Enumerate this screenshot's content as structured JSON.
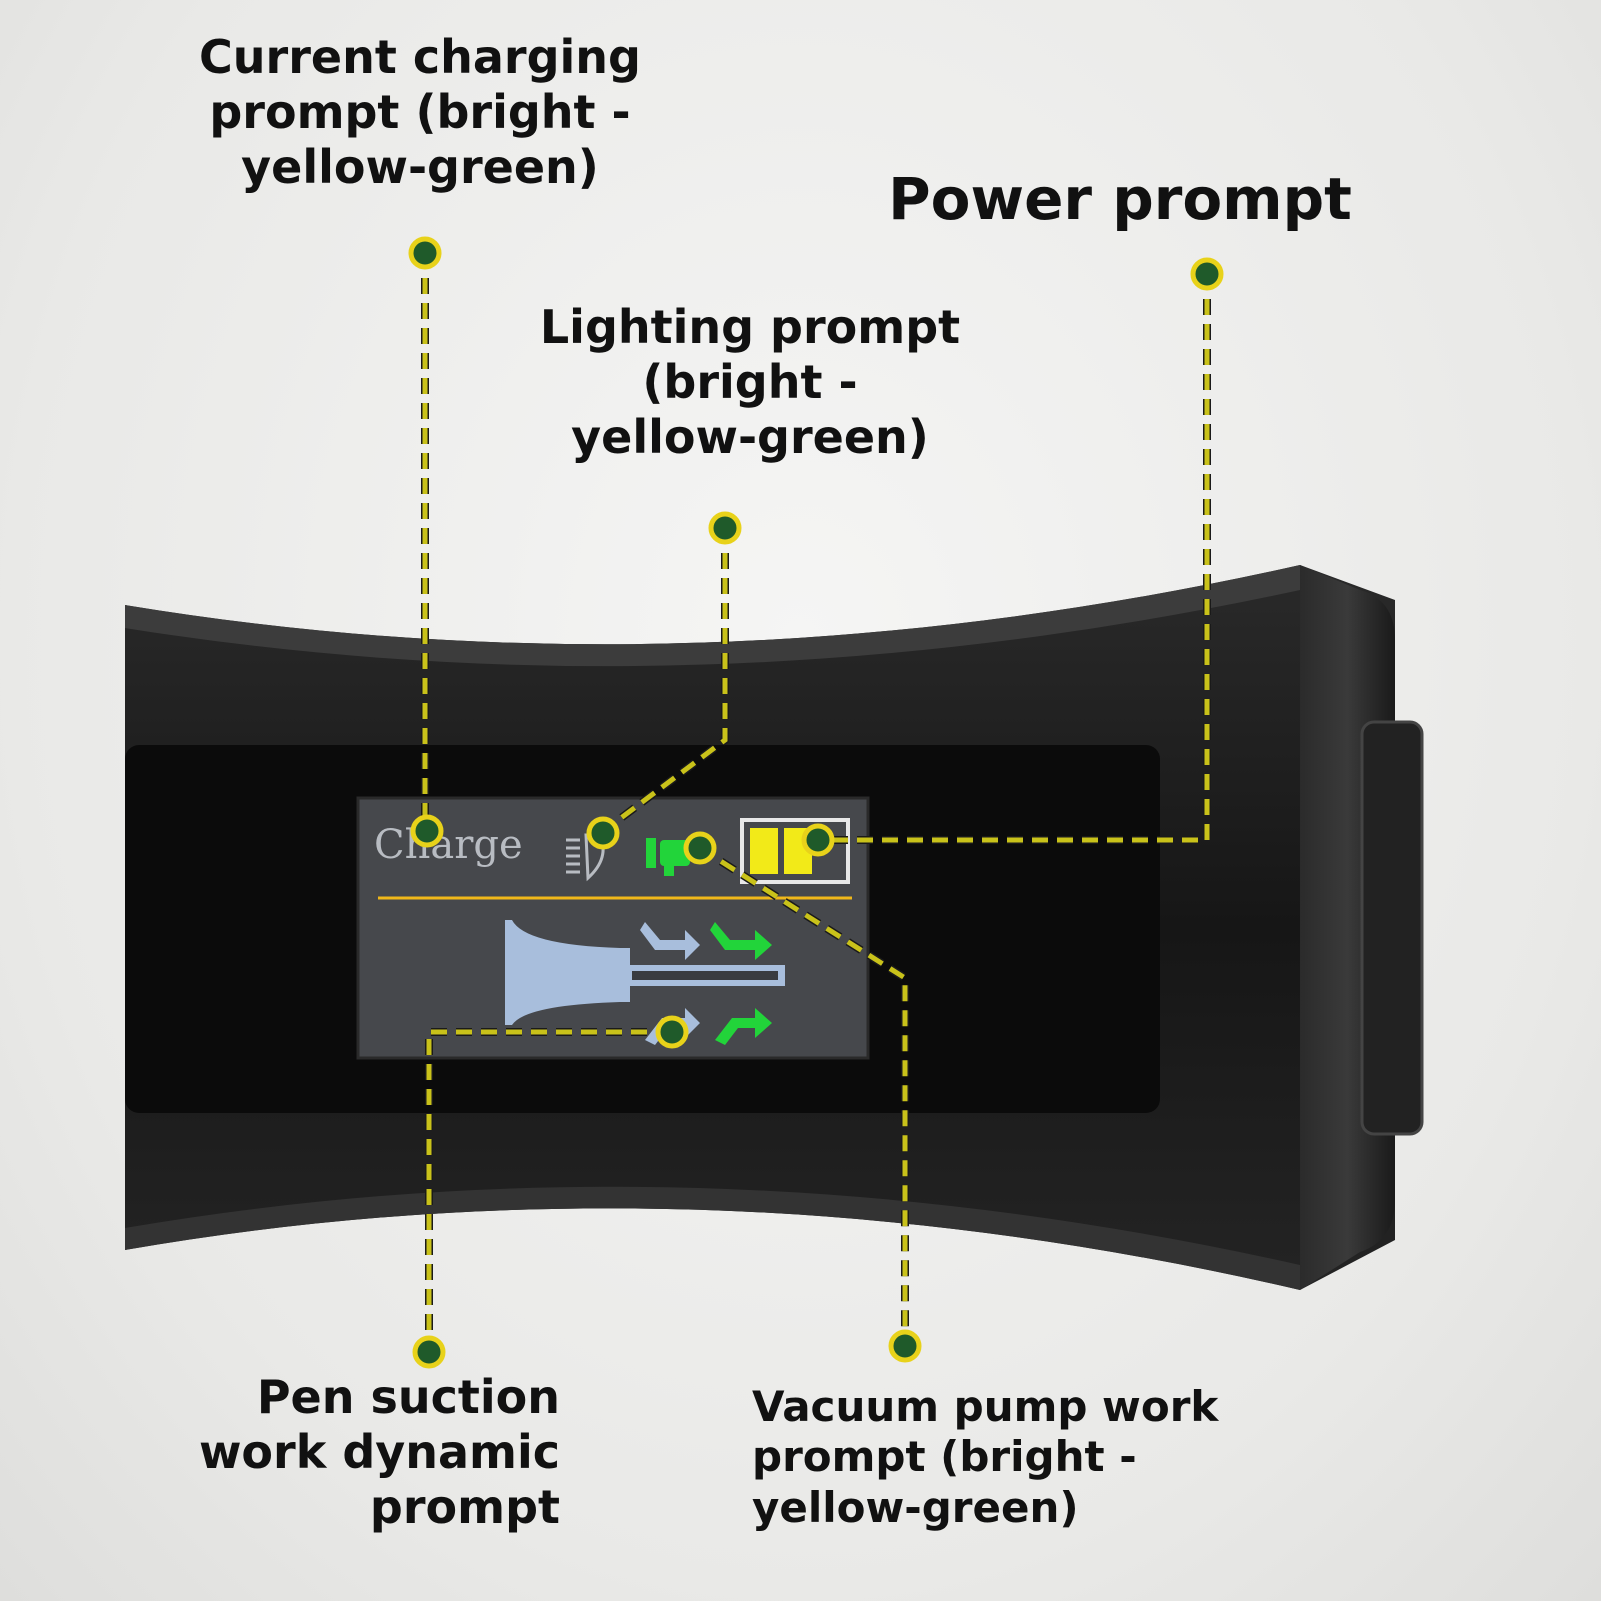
{
  "callouts": {
    "charging": "Current charging\nprompt (bright -\nyellow-green)",
    "power": "Power prompt",
    "lighting": "Lighting prompt\n(bright -\nyellow-green)",
    "pen_suction": "Pen suction\nwork dynamic\nprompt",
    "vacuum_pump": "Vacuum pump work\nprompt (bright -\nyellow-green)"
  },
  "display": {
    "charge_text": "Charge"
  },
  "colors": {
    "callout_line": "#c9c21a",
    "callout_dot": "#1f5a2a",
    "lcd_accent": "#f0b81a",
    "icon_green": "#22d43a",
    "battery_yellow": "#f2ea18",
    "icon_blue": "#a8bedc"
  },
  "icons": [
    "lighting-icon",
    "vacuum-pump-icon",
    "battery-icon",
    "pen-suction-icon",
    "flow-arrow-icon"
  ]
}
